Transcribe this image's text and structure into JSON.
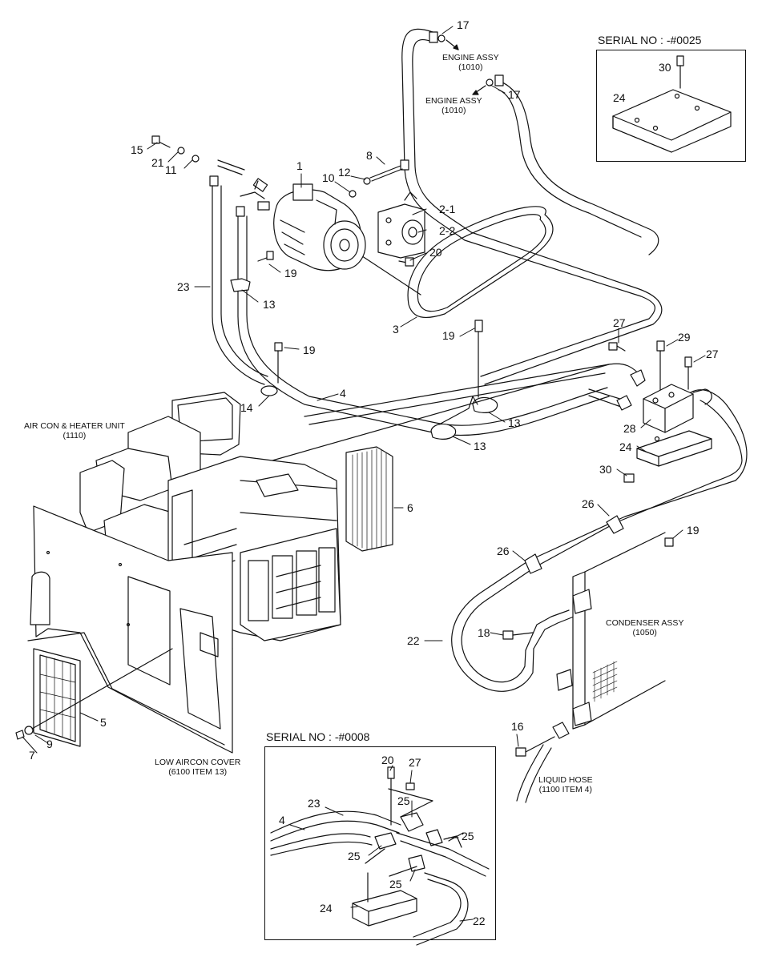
{
  "inset_top": {
    "title": "SERIAL NO : -#0025",
    "labels": {
      "p30": "30",
      "p24": "24"
    }
  },
  "inset_bottom": {
    "title": "SERIAL NO : -#0008",
    "labels": {
      "p20": "20",
      "p27": "27",
      "p23": "23",
      "p4": "4",
      "p25a": "25",
      "p25b": "25",
      "p25c": "25",
      "p25d": "25",
      "p24": "24",
      "p22": "22"
    }
  },
  "captions": {
    "engine_assy_1": [
      "ENGINE ASSY",
      "(1010)"
    ],
    "engine_assy_2": [
      "ENGINE ASSY",
      "(1010)"
    ],
    "aircon_heater": [
      "AIR CON & HEATER UNIT",
      "(1110)"
    ],
    "condenser": [
      "CONDENSER ASSY",
      "(1050)"
    ],
    "low_cover": [
      "LOW AIRCON COVER",
      "(6100 ITEM 13)"
    ],
    "liquid_hose": [
      "LIQUID HOSE",
      "(1100 ITEM 4)"
    ]
  },
  "labels": {
    "p17a": "17",
    "p17b": "17",
    "p15": "15",
    "p21": "21",
    "p11": "11",
    "p1": "1",
    "p10": "10",
    "p12": "12",
    "p8": "8",
    "p2_1": "2-1",
    "p2_2": "2-2",
    "p20": "20",
    "p19a": "19",
    "p23": "23",
    "p13a": "13",
    "p3": "3",
    "p19b": "19",
    "p19c": "19",
    "p27a": "27",
    "p29": "29",
    "p27b": "27",
    "p4": "4",
    "p14": "14",
    "p13b": "13",
    "p13c": "13",
    "p28": "28",
    "p24": "24",
    "p30": "30",
    "p6": "6",
    "p26a": "26",
    "p26b": "26",
    "p19d": "19",
    "p22": "22",
    "p18": "18",
    "p5": "5",
    "p16": "16",
    "p9": "9",
    "p7": "7"
  }
}
